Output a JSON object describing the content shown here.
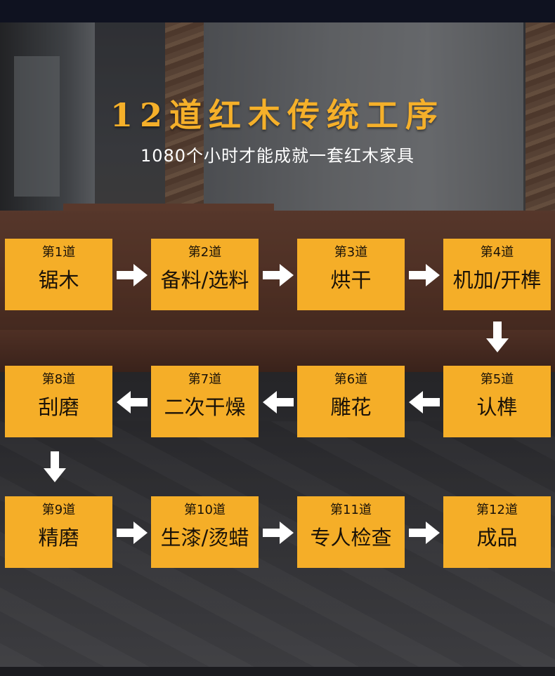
{
  "title": "12道红木传统工序",
  "subtitle": "1080个小时才能成就一套红木家具",
  "steps": [
    {
      "num": "第1道",
      "name": "锯木"
    },
    {
      "num": "第2道",
      "name": "备料/选料"
    },
    {
      "num": "第3道",
      "name": "烘干"
    },
    {
      "num": "第4道",
      "name": "机加/开榫"
    },
    {
      "num": "第5道",
      "name": "认榫"
    },
    {
      "num": "第6道",
      "name": "雕花"
    },
    {
      "num": "第7道",
      "name": "二次干燥"
    },
    {
      "num": "第8道",
      "name": "刮磨"
    },
    {
      "num": "第9道",
      "name": "精磨"
    },
    {
      "num": "第10道",
      "name": "生漆/烫蜡"
    },
    {
      "num": "第11道",
      "name": "专人检查"
    },
    {
      "num": "第12道",
      "name": "成品"
    }
  ],
  "icons": {
    "right": "arrow-right-icon",
    "left": "arrow-left-icon",
    "down": "arrow-down-icon"
  },
  "colors": {
    "accent": "#f5ae28",
    "title": "#f5b02a",
    "arrow": "#ffffff"
  }
}
